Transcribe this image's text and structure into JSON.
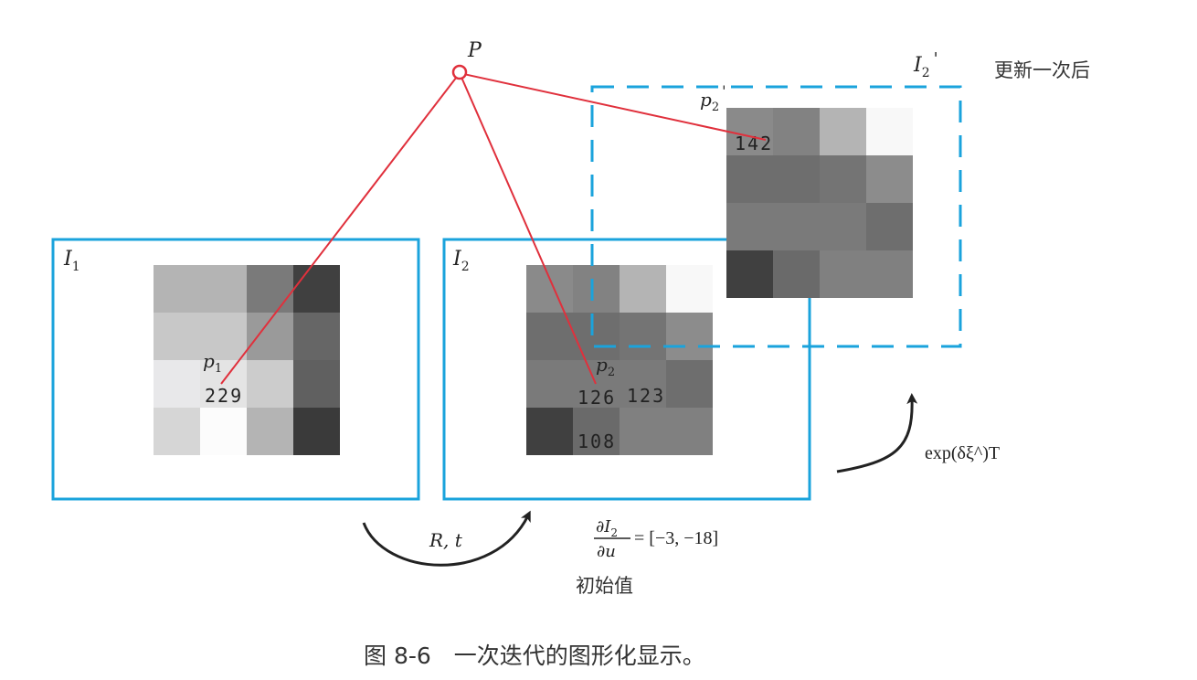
{
  "labels": {
    "point_P": "P",
    "image1": "I",
    "image1_sub": "1",
    "image2": "I",
    "image2_sub": "2",
    "image2_updated": "I",
    "image2_updated_sub": "2",
    "image2_updated_prime": "'",
    "pixel_p1": "p",
    "pixel_p1_sub": "1",
    "pixel_p2": "p",
    "pixel_p2_sub": "2",
    "pixel_p2_updated": "p",
    "pixel_p2_updated_sub": "2",
    "pixel_p2_updated_prime": "'",
    "after_update": "更新一次后",
    "initial_value": "初始值",
    "transform_rt": "R, t",
    "exp_update": "exp(δξ^)T",
    "gradient_numerator": "∂I",
    "gradient_numerator_sub": "2",
    "gradient_denominator": "∂u",
    "gradient_value": "= [−3, −18]",
    "caption": "图 8-6　一次迭代的图形化显示。"
  },
  "pixel_values": {
    "p1": "229",
    "p2": "126",
    "p2_right": "123",
    "p2_below": "108",
    "p2_updated": "142"
  },
  "grids": {
    "image1": [
      [
        "#b4b4b4",
        "#b4b4b4",
        "#7a7a7a",
        "#404040"
      ],
      [
        "#c8c8c8",
        "#c8c8c8",
        "#9a9a9a",
        "#666666"
      ],
      [
        "#e8e8ea",
        "#e4e4e4",
        "#cccccc",
        "#606060"
      ],
      [
        "#d6d6d6",
        "#fcfcfc",
        "#b4b4b4",
        "#3a3a3a"
      ]
    ],
    "image2": [
      [
        "#8a8a8a",
        "#828282",
        "#b4b4b4",
        "#f8f8f8"
      ],
      [
        "#6e6e6e",
        "#6e6e6e",
        "#747474",
        "#8c8c8c"
      ],
      [
        "#7a7a7a",
        "#7a7a7a",
        "#7a7a7a",
        "#6e6e6e"
      ],
      [
        "#404040",
        "#6a6a6a",
        "#808080",
        "#808080"
      ]
    ],
    "image2_updated": [
      [
        "#8a8a8a",
        "#828282",
        "#b4b4b4",
        "#f8f8f8"
      ],
      [
        "#6e6e6e",
        "#6e6e6e",
        "#747474",
        "#8c8c8c"
      ],
      [
        "#7a7a7a",
        "#7a7a7a",
        "#7a7a7a",
        "#6e6e6e"
      ],
      [
        "#404040",
        "#6a6a6a",
        "#808080",
        "#808080"
      ]
    ]
  },
  "colors": {
    "frame": "#1aa3dc",
    "ray": "#e0303c",
    "arrow": "#222222"
  }
}
